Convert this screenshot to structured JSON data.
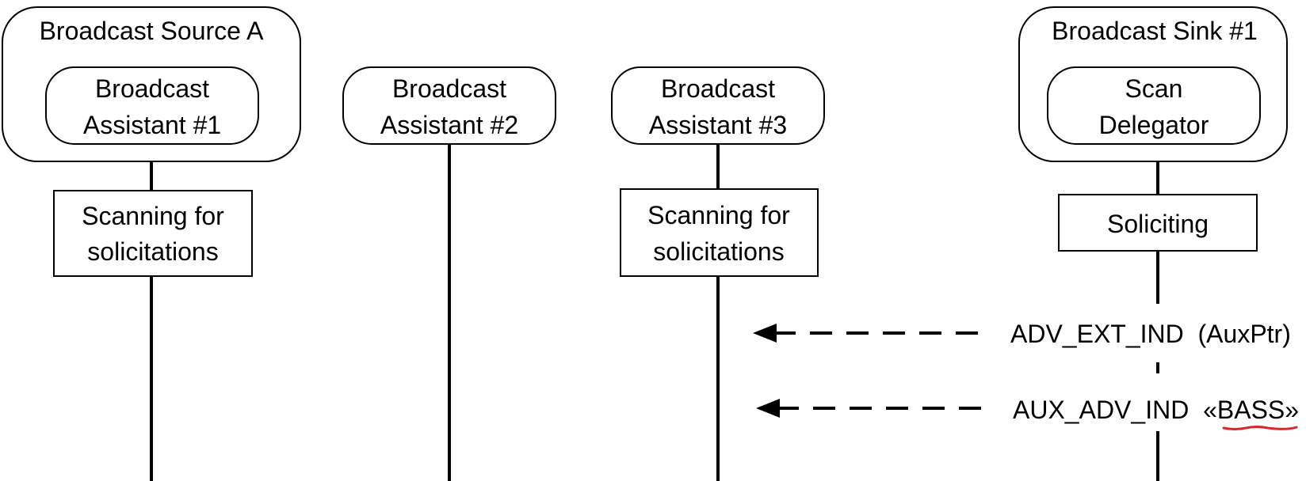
{
  "participants": {
    "source_a": {
      "outer_label": "Broadcast Source A",
      "inner_line1": "Broadcast",
      "inner_line2": "Assistant #1"
    },
    "assistant_2": {
      "line1": "Broadcast",
      "line2": "Assistant #2"
    },
    "assistant_3": {
      "line1": "Broadcast",
      "line2": "Assistant #3"
    },
    "sink_1": {
      "outer_label": "Broadcast Sink #1",
      "inner_line1": "Scan",
      "inner_line2": "Delegator"
    }
  },
  "states": {
    "source_a": {
      "line1": "Scanning for",
      "line2": "solicitations"
    },
    "assistant_3": {
      "line1": "Scanning for",
      "line2": "solicitations"
    },
    "sink_1": {
      "label": "Soliciting"
    }
  },
  "messages": [
    {
      "label": "ADV_EXT_IND  (AuxPtr)",
      "from": "Scan Delegator",
      "to": "Broadcast Assistant #3",
      "style": "dashed"
    },
    {
      "label": "AUX_ADV_IND  «BASS»",
      "from": "Scan Delegator",
      "to": "Broadcast Assistant #3",
      "style": "dashed"
    }
  ],
  "colors": {
    "line": "#000000",
    "spellcheck_underline": "#d9262c"
  }
}
